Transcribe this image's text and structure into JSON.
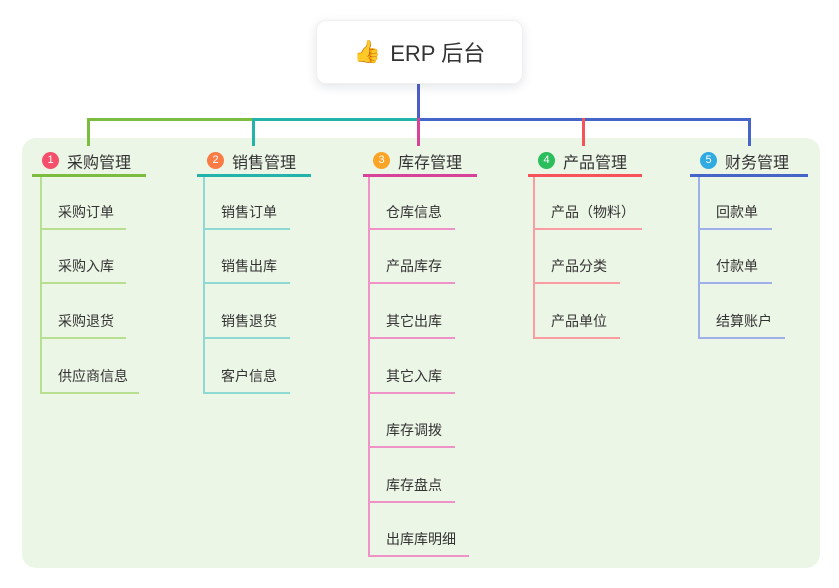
{
  "root": {
    "icon": "👍",
    "label": "ERP 后台"
  },
  "branches": [
    {
      "number": "1",
      "label": "采购管理",
      "badge_color": "#f4506c",
      "line_color": "#7cbd3f",
      "child_line_color": "#b7df90",
      "children": [
        {
          "label": "采购订单"
        },
        {
          "label": "采购入库"
        },
        {
          "label": "采购退货"
        },
        {
          "label": "供应商信息"
        }
      ]
    },
    {
      "number": "2",
      "label": "销售管理",
      "badge_color": "#f97c47",
      "line_color": "#22b3ab",
      "child_line_color": "#8fd9d3",
      "children": [
        {
          "label": "销售订单"
        },
        {
          "label": "销售出库"
        },
        {
          "label": "销售退货"
        },
        {
          "label": "客户信息"
        }
      ]
    },
    {
      "number": "3",
      "label": "库存管理",
      "badge_color": "#fca426",
      "line_color": "#d8439a",
      "child_line_color": "#ef92c8",
      "children": [
        {
          "label": "仓库信息"
        },
        {
          "label": "产品库存"
        },
        {
          "label": "其它出库"
        },
        {
          "label": "其它入库"
        },
        {
          "label": "库存调拨"
        },
        {
          "label": "库存盘点"
        },
        {
          "label": "出库库明细"
        }
      ]
    },
    {
      "number": "4",
      "label": "产品管理",
      "badge_color": "#2cbd5d",
      "line_color": "#f6525a",
      "child_line_color": "#fa9ca1",
      "children": [
        {
          "label": "产品（物料）"
        },
        {
          "label": "产品分类"
        },
        {
          "label": "产品单位"
        }
      ]
    },
    {
      "number": "5",
      "label": "财务管理",
      "badge_color": "#2fabe1",
      "line_color": "#4565c8",
      "child_line_color": "#9db0e8",
      "children": [
        {
          "label": "回款单"
        },
        {
          "label": "付款单"
        },
        {
          "label": "结算账户"
        }
      ]
    }
  ],
  "colors": {
    "root_connector": "#4d5ec6",
    "panel_background": "#ecf6e6",
    "node_text": "#333333",
    "root_card_background": "#ffffff"
  }
}
